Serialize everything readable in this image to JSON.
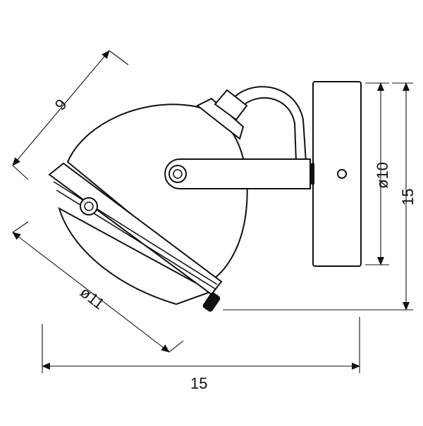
{
  "drawing": {
    "dimensions": {
      "lamp_head_depth": "9",
      "lamp_head_diameter": "ø11",
      "total_width": "15",
      "plate_diameter": "ø10",
      "total_height": "15"
    }
  }
}
